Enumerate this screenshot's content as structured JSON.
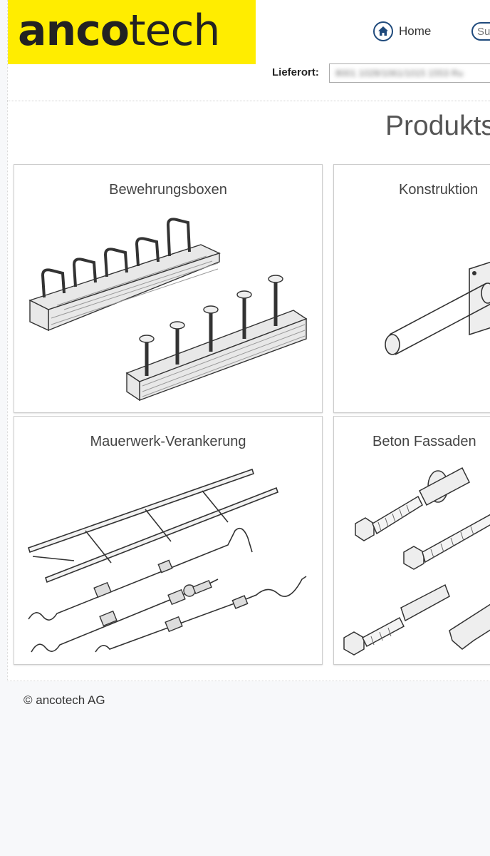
{
  "brand": {
    "logo_bold": "anco",
    "logo_regular": "tech"
  },
  "nav": {
    "home_label": "Home",
    "search_placeholder": "Su"
  },
  "delivery": {
    "label": "Lieferort:",
    "value": "8001 1028/1061/1015 1553 Ru"
  },
  "main": {
    "title": "Produkts",
    "categories": [
      {
        "label": "Bewehrungsboxen"
      },
      {
        "label": "Konstruktion"
      },
      {
        "label": "Mauerwerk-Verankerung"
      },
      {
        "label": "Beton Fassaden"
      }
    ]
  },
  "footer": {
    "copyright": "© ancotech AG"
  },
  "colors": {
    "brand_yellow": "#ffed00",
    "nav_blue": "#1f4a7c"
  }
}
